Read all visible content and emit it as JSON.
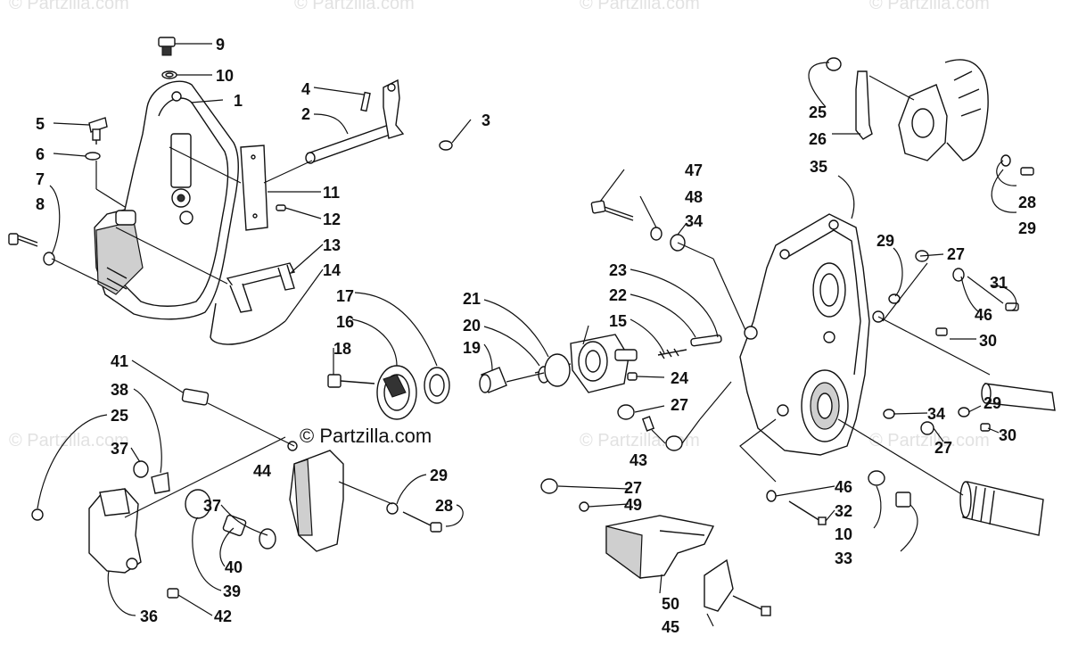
{
  "watermark": {
    "text": "© Partzilla.com"
  },
  "credit": {
    "text": "© Partzilla.com"
  },
  "colors": {
    "ink": "#111111",
    "watermark": "#e2e2e2",
    "background": "#ffffff"
  },
  "callouts": {
    "c1": "1",
    "c2": "2",
    "c3": "3",
    "c4": "4",
    "c5": "5",
    "c6": "6",
    "c7": "7",
    "c8": "8",
    "c9": "9",
    "c10a": "10",
    "c10b": "10",
    "c11": "11",
    "c12": "12",
    "c13": "13",
    "c14": "14",
    "c15": "15",
    "c16": "16",
    "c17": "17",
    "c18": "18",
    "c19": "19",
    "c20": "20",
    "c21": "21",
    "c22": "22",
    "c23": "23",
    "c24": "24",
    "c25a": "25",
    "c25b": "25",
    "c26": "26",
    "c27a": "27",
    "c27b": "27",
    "c27c": "27",
    "c27d": "27",
    "c28a": "28",
    "c28b": "28",
    "c29a": "29",
    "c29b": "29",
    "c29c": "29",
    "c29d": "29",
    "c30a": "30",
    "c30b": "30",
    "c31": "31",
    "c32": "32",
    "c33": "33",
    "c34a": "34",
    "c34b": "34",
    "c35": "35",
    "c36": "36",
    "c37a": "37",
    "c37b": "37",
    "c38": "38",
    "c39": "39",
    "c40": "40",
    "c41": "41",
    "c42": "42",
    "c43": "43",
    "c44": "44",
    "c45": "45",
    "c46a": "46",
    "c46b": "46",
    "c47": "47",
    "c48": "48",
    "c49": "49",
    "c50": "50"
  }
}
